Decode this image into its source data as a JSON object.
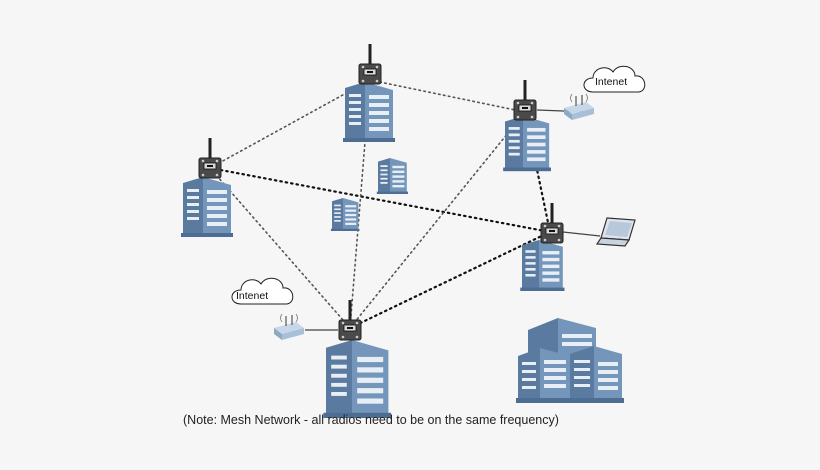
{
  "note": "(Note: Mesh Network - all radios need to be on the same frequency)",
  "clouds": [
    {
      "id": "cloud-top-right",
      "label": "Intenet"
    },
    {
      "id": "cloud-bottom-left",
      "label": "Intenet"
    }
  ],
  "colors": {
    "building": "#6f8fb4",
    "building_dark": "#4d6d93",
    "window": "#e6edf5",
    "radio_body": "#4a4a4a",
    "link": "#333333"
  },
  "icons": [
    "radio-node-icon",
    "building-icon",
    "router-icon",
    "laptop-icon",
    "cloud-icon",
    "building-complex-icon"
  ]
}
